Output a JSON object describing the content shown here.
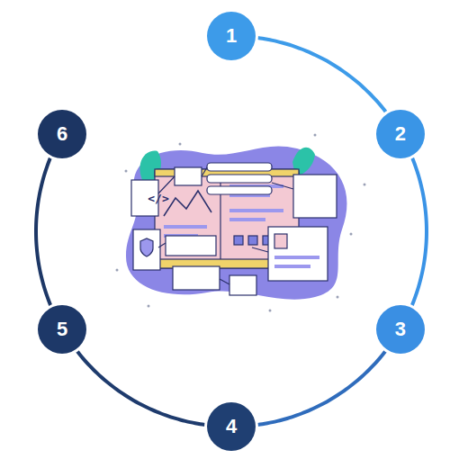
{
  "diagram": {
    "nodes": [
      {
        "text": [
          "1"
        ]
      },
      {
        "text": [
          "2"
        ]
      },
      {
        "text": [
          "3"
        ]
      },
      {
        "text": [
          "4"
        ]
      },
      {
        "text": [
          "5"
        ]
      },
      {
        "text": [
          "6"
        ]
      }
    ],
    "edges": [
      {
        "from": 0,
        "to": 1,
        "arrow": "none"
      },
      {
        "from": 1,
        "to": 2,
        "arrow": "none"
      },
      {
        "from": 2,
        "to": 3,
        "arrow": "none"
      },
      {
        "from": 3,
        "to": 4,
        "arrow": "none"
      },
      {
        "from": 4,
        "to": 5,
        "arrow": "none"
      }
    ],
    "labels": [
      "</>"
    ]
  }
}
